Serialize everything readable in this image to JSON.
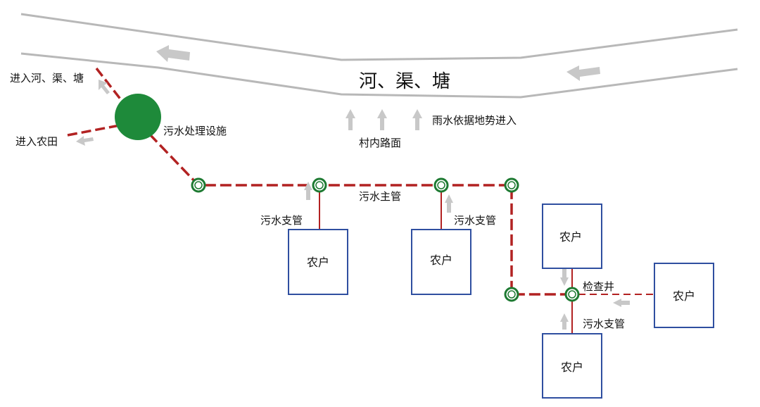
{
  "river": {
    "label": "河、渠、塘"
  },
  "rain": {
    "label": "雨水依据地势进入",
    "road_label": "村内路面"
  },
  "facility": {
    "label": "污水处理设施"
  },
  "outlets": {
    "to_river": "进入河、渠、塘",
    "to_farmland": "进入农田"
  },
  "pipes": {
    "main_label": "污水主管",
    "branch_label": "污水支管"
  },
  "inspection_well": {
    "label": "检查井"
  },
  "households": [
    {
      "label": "农户"
    },
    {
      "label": "农户"
    },
    {
      "label": "农户"
    },
    {
      "label": "农户"
    },
    {
      "label": "农户"
    }
  ],
  "colors": {
    "river_bank": "#b8b8b8",
    "flow_arrow": "#c8c8c8",
    "sewage_pipe": "#b22222",
    "facility_fill": "#1e8a3a",
    "well_ring": "#1e7a32",
    "house_border": "#2f4fa0"
  }
}
